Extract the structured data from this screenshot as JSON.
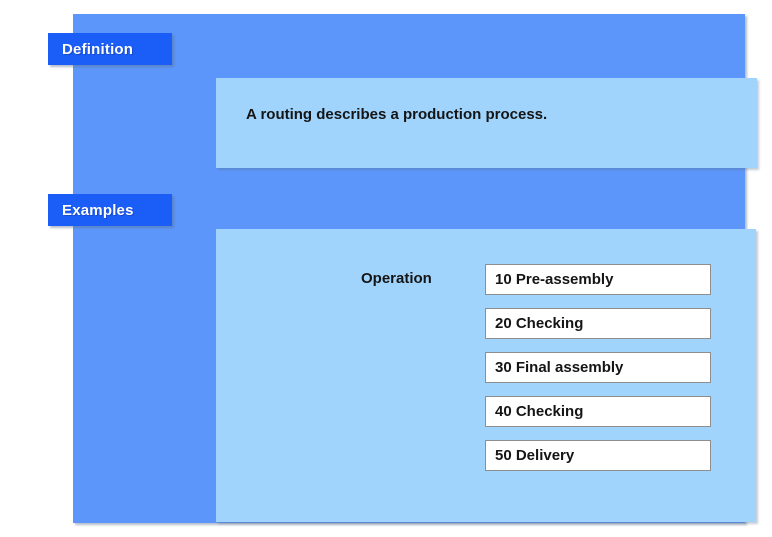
{
  "diagram": {
    "sections": [
      {
        "tab_label": "Definition",
        "body_text": "A routing describes a production process."
      },
      {
        "tab_label": "Examples",
        "row_label": "Operation",
        "operations": [
          "10 Pre-assembly",
          "20 Checking",
          "30 Final assembly",
          "40 Checking",
          "50 Delivery"
        ]
      }
    ],
    "colors": {
      "outer_frame": "#5c96fa",
      "inner_panel": "#a0d4fd",
      "tab_background": "#1b5df7",
      "tab_text": "#ffffff",
      "body_text": "#151515",
      "box_background": "#ffffff",
      "box_border": "#8e8e8e"
    }
  }
}
